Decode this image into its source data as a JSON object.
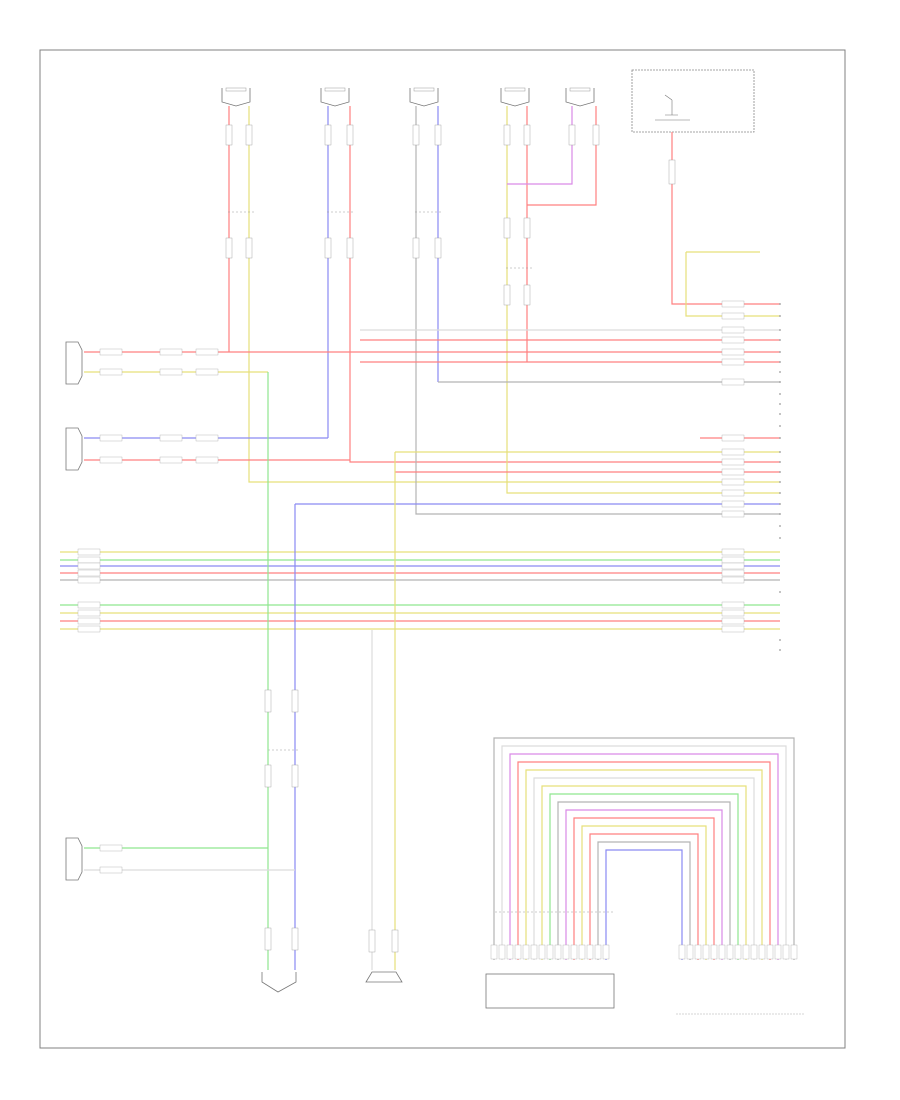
{
  "colors": {
    "red": "#ff8080",
    "yellow": "#e6e07a",
    "blue": "#8a8af2",
    "green": "#8fe68f",
    "violet": "#d98ae6",
    "grey": "#b3b3b3",
    "white": "#dcdcdc",
    "outline": "#777777"
  },
  "diagram": {
    "footer": "",
    "top_components": [
      {
        "id": "rf-tweeter",
        "label": ""
      },
      {
        "id": "lf-tweeter",
        "label": ""
      },
      {
        "id": "center-speaker",
        "label": ""
      },
      {
        "id": "lr-tweeter",
        "label": ""
      },
      {
        "id": "lr-door-speaker",
        "label": ""
      }
    ],
    "fuse_box": {
      "title": "",
      "description": ""
    },
    "power_supply_note": "",
    "left_speakers": [
      {
        "id": "rf-door-speaker",
        "label": ""
      },
      {
        "id": "lf-door-speaker",
        "label": ""
      },
      {
        "id": "rr-door-speaker",
        "label": ""
      }
    ],
    "amplifier": {
      "label": ""
    },
    "bottom_components": [
      {
        "id": "rr-tweeter",
        "label": ""
      },
      {
        "id": "subwoofer",
        "label": ""
      },
      {
        "id": "radio-unit",
        "label": ""
      },
      {
        "id": "radio-connector",
        "label": ""
      }
    ]
  }
}
